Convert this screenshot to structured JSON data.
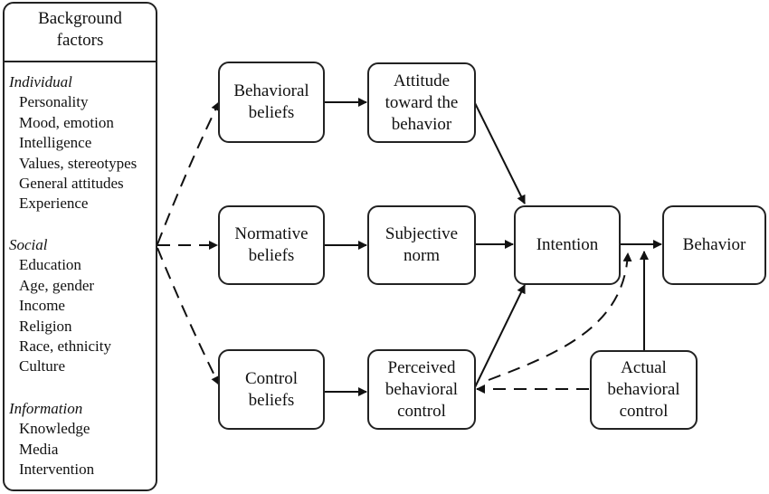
{
  "background_factors": {
    "title_lines": [
      "Background",
      "factors"
    ],
    "groups": [
      {
        "heading": "Individual",
        "items": [
          "Personality",
          "Mood, emotion",
          "Intelligence",
          "Values, stereotypes",
          "General attitudes",
          "Experience"
        ]
      },
      {
        "heading": "Social",
        "items": [
          "Education",
          "Age, gender",
          "Income",
          "Religion",
          "Race, ethnicity",
          "Culture"
        ]
      },
      {
        "heading": "Information",
        "items": [
          "Knowledge",
          "Media",
          "Intervention"
        ]
      }
    ]
  },
  "nodes": {
    "behavioral_beliefs": [
      "Behavioral",
      "beliefs"
    ],
    "normative_beliefs": [
      "Normative",
      "beliefs"
    ],
    "control_beliefs": [
      "Control",
      "beliefs"
    ],
    "attitude": [
      "Attitude",
      "toward the",
      "behavior"
    ],
    "subjective_norm": [
      "Subjective",
      "norm"
    ],
    "perceived_control": [
      "Perceived",
      "behavioral",
      "control"
    ],
    "intention": [
      "Intention"
    ],
    "behavior": [
      "Behavior"
    ],
    "actual_control": [
      "Actual",
      "behavioral",
      "control"
    ]
  }
}
